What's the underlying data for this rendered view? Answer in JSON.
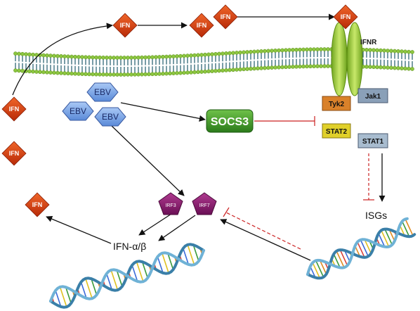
{
  "diagram": {
    "ifn_label": "IFN",
    "receptor_label": "IFNR",
    "ebv_label": "EBV",
    "socs3_label": "SOCS3",
    "kinases": {
      "tyk2": "Tyk2",
      "jak1": "Jak1",
      "stat2": "STAT2",
      "stat1": "STAT1"
    },
    "irf3_label": "IRF3",
    "irf7_label": "IRF7",
    "isgs_label": "ISGs",
    "ifn_ab_label": "IFN-α/β"
  },
  "colors": {
    "ifn_diamond": "#d93a0f",
    "ebv_hexagon": "#6f9fe6",
    "socs3_box": "#3a9a2a",
    "tyk2_box": "#d9812a",
    "jak1_box": "#8aa0b8",
    "stat2_box": "#e0d02a",
    "stat1_box": "#a8bccf",
    "irf_pentagon": "#8a1a6e",
    "membrane_head": "#8cc63f",
    "membrane_tail": "#1f5a6a",
    "receptor": "#9acd32",
    "inhibition": "#cc2222"
  }
}
